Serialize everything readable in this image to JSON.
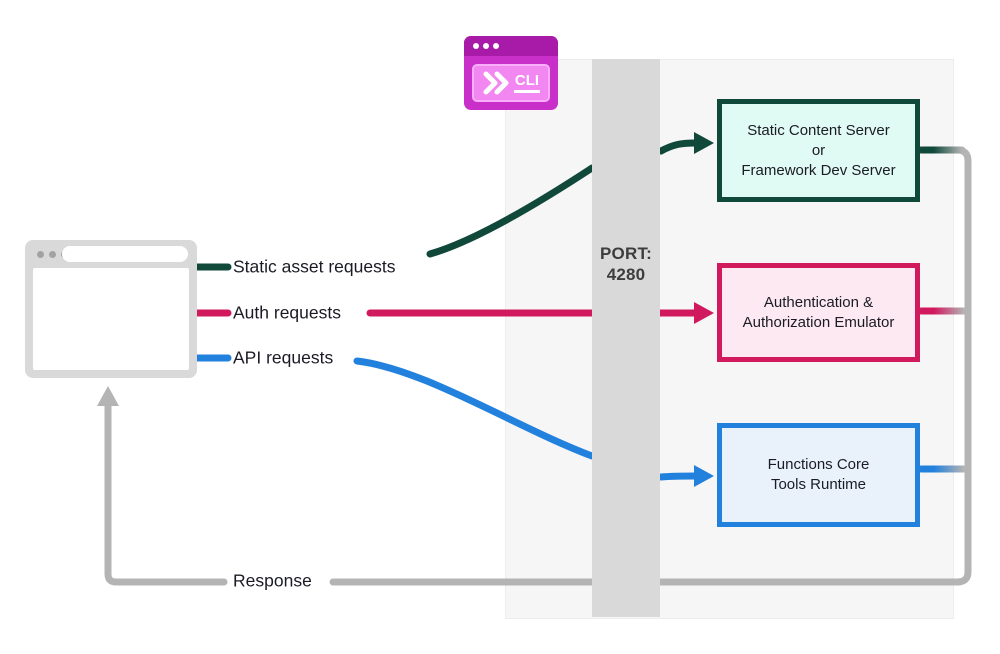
{
  "labels": {
    "static_asset_requests": "Static asset requests",
    "auth_requests": "Auth requests",
    "api_requests": "API requests",
    "response": "Response"
  },
  "port": {
    "label": "PORT:\n4280"
  },
  "cli_icon": {
    "label": "CLI"
  },
  "boxes": [
    {
      "label": "Static Content Server\nor\nFramework Dev Server"
    },
    {
      "label": "Authentication &\nAuthorization Emulator"
    },
    {
      "label": "Functions Core\nTools Runtime"
    }
  ],
  "colors": {
    "green": "#10483a",
    "green_fill": "#e0fbf3",
    "crimson": "#d11a5e",
    "crimson_fill": "#fce9f1",
    "blue": "#2381de",
    "blue_fill": "#e9f2fb",
    "gray": "#b4b4b4",
    "bar": "#d9d9d9",
    "panel": "#f6f6f6",
    "panel_border": "#ededed",
    "port_text": "#3d3d3d",
    "text_dark": "#1b1b26",
    "magenta_dark": "#a81ba8",
    "magenta": "#c92fc9",
    "magenta_light": "#f287f2",
    "magenta_border": "#f9aef9",
    "browser_gray": "#d9d9d9",
    "browser_dot": "#a2a2a2"
  }
}
